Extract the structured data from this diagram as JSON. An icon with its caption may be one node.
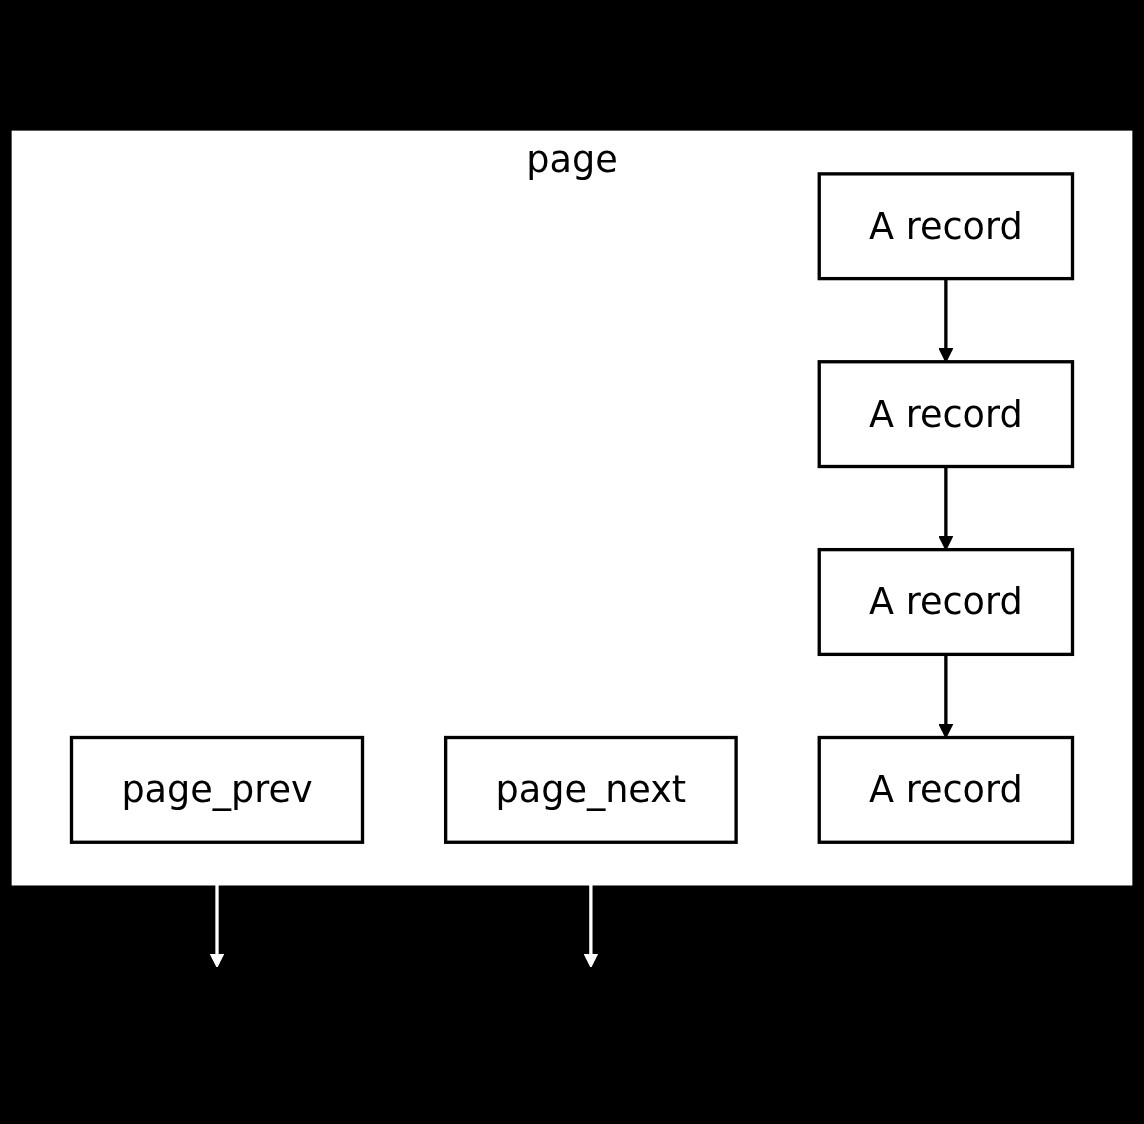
{
  "diagram": {
    "nodes": [
      {
        "text": [
          "page"
        ]
      },
      {
        "text": [
          "page_prev"
        ],
        "in": 0
      },
      {
        "text": [
          "page_next"
        ],
        "in": 0
      },
      {
        "text": [
          "A record"
        ],
        "in": 0
      },
      {
        "text": [
          "A record"
        ],
        "in": 0
      },
      {
        "text": [
          "A record"
        ],
        "in": 0
      },
      {
        "text": [
          "A record"
        ],
        "in": 0
      }
    ],
    "edges": [
      {
        "from": 1,
        "to": null,
        "arrow": "to",
        "color": "#ffffff"
      },
      {
        "from": 2,
        "to": null,
        "arrow": "to",
        "color": "#ffffff"
      },
      {
        "from": 3,
        "to": 4,
        "arrow": "to"
      },
      {
        "from": 4,
        "to": 5,
        "arrow": "to"
      },
      {
        "from": 5,
        "to": 6,
        "arrow": "to"
      }
    ]
  }
}
